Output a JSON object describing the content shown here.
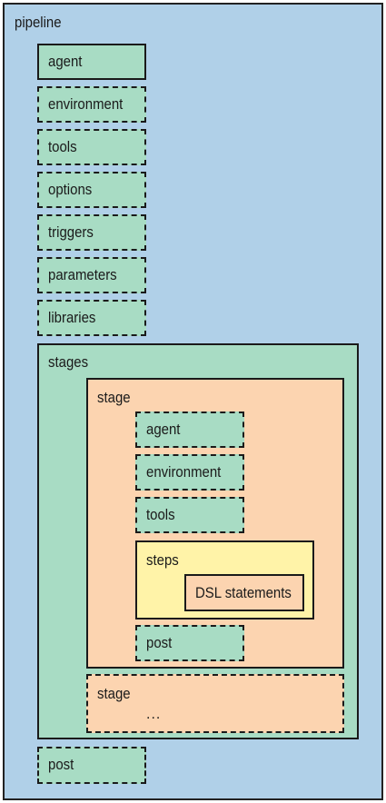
{
  "pipeline": {
    "label": "pipeline",
    "directives": [
      {
        "label": "agent",
        "style": "solid"
      },
      {
        "label": "environment",
        "style": "dashed"
      },
      {
        "label": "tools",
        "style": "dashed"
      },
      {
        "label": "options",
        "style": "dashed"
      },
      {
        "label": "triggers",
        "style": "dashed"
      },
      {
        "label": "parameters",
        "style": "dashed"
      },
      {
        "label": "libraries",
        "style": "dashed"
      }
    ],
    "stages": {
      "label": "stages",
      "stage": {
        "label": "stage",
        "agent": "agent",
        "environment": "environment",
        "tools": "tools",
        "steps": {
          "label": "steps",
          "dsl": "DSL statements"
        },
        "post": "post"
      },
      "more_stage": {
        "label": "stage",
        "ellipsis": "..."
      }
    },
    "post": "post"
  },
  "colors": {
    "pipeline_bg": "#b0d0e8",
    "directive_bg": "#a8dcc4",
    "stage_bg": "#fcd4b0",
    "steps_bg": "#fff3a8"
  }
}
